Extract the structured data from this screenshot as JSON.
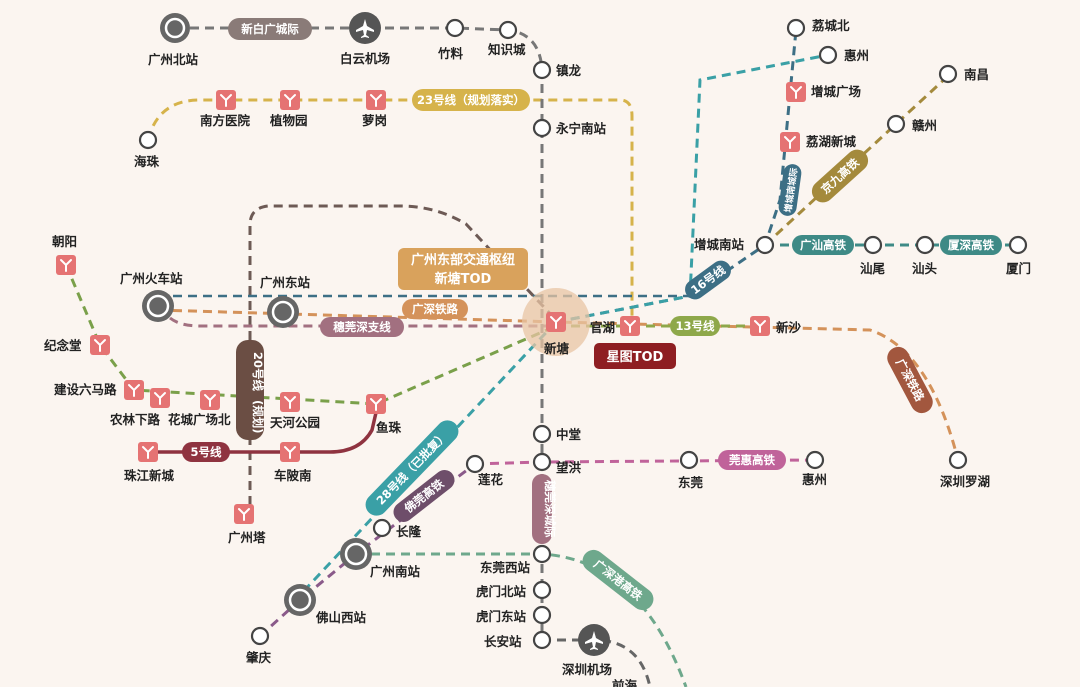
{
  "colors": {
    "background": "#fbf5f0",
    "line_23": "#d6b34b",
    "line_gz_east": "#6d5a55",
    "line_20": "#6b4e44",
    "line_28": "#3aa0a6",
    "line_16": "#3d6f85",
    "line_guangshan": "#3e8a86",
    "line_jingjiu": "#a48a3c",
    "line_13": "#8ea84a",
    "line_guangshen": "#d4925a",
    "line_5": "#8f3340",
    "line_suiguan": "#a24f6b",
    "line_guanhui": "#c0639a",
    "line_fodong": "#6e4e6a",
    "line_guangshen_gang": "#6ea88c",
    "metro_icon": "#e57373",
    "tod_dark": "#8e1e22"
  },
  "line_labels": {
    "xinbai": "新白广城际",
    "l23": "23号线（规划落实）",
    "hub_line1": "广州东部交通枢纽",
    "hub_line2": "新塘TOD",
    "guangshen_rail": "广深铁路",
    "suiguan_branch": "穗莞深支线",
    "l20_a": "20号线",
    "l20_b": "(规划)",
    "l5": "5号线",
    "l28": "28号线（已批复）",
    "fodong": "佛莞高铁",
    "suiguan_vertical": "穗莞深城际",
    "guanhui": "莞惠高铁",
    "guangshen_gang": "广深港高铁",
    "l16": "16号线",
    "l13": "13号线",
    "zengcheng_vertical": "增城南城际",
    "jingjiu": "京九高铁",
    "guangshan": "广汕高铁",
    "xiashen": "厦深高铁",
    "guangshan_rail": "广深铁路",
    "xingtu": "星图TOD"
  },
  "stations": {
    "guangzhou_north": "广州北站",
    "baiyun_airport": "白云机场",
    "zhuliao": "竹料",
    "zhishicheng": "知识城",
    "zhenlong": "镇龙",
    "yongning_south": "永宁南站",
    "nanfang_hospital": "南方医院",
    "zhiwuyuan": "植物园",
    "luogang": "萝岗",
    "haizhu": "海珠",
    "lichengbei": "荔城北",
    "huizhou_n": "惠州",
    "zengcheng_square": "增城广场",
    "lihu_newtown": "荔湖新城",
    "nanchang": "南昌",
    "ganzhou": "赣州",
    "zengcheng_south": "增城南站",
    "shanwei": "汕尾",
    "shantou": "汕头",
    "xiamen": "厦门",
    "chaoyang": "朝阳",
    "guangzhou_station": "广州火车站",
    "guangzhou_east": "广州东站",
    "xintang": "新塘",
    "guanhu": "官湖",
    "xinsha": "新沙",
    "jinianhang": "纪念堂",
    "jianshe6": "建设六马路",
    "nonglin": "农林下路",
    "huacheng_n": "花城广场北",
    "tianhe_park": "天河公园",
    "yuzhu": "鱼珠",
    "zhujiang_newtown": "珠江新城",
    "chebei_south": "车陂南",
    "guangzhou_tower": "广州塔",
    "zhongtang": "中堂",
    "wanghong": "望洪",
    "lianhua": "莲花",
    "dongguan": "东莞",
    "huizhou_s": "惠州",
    "shenzhen_luohu": "深圳罗湖",
    "changlong": "长隆",
    "guangzhou_south": "广州南站",
    "foshan_west": "佛山西站",
    "zhaoqing": "肇庆",
    "dongguan_west": "东莞西站",
    "humen_north": "虎门北站",
    "humen_east": "虎门东站",
    "changan": "长安站",
    "shenzhen_airport": "深圳机场",
    "qianhai": "前海"
  }
}
